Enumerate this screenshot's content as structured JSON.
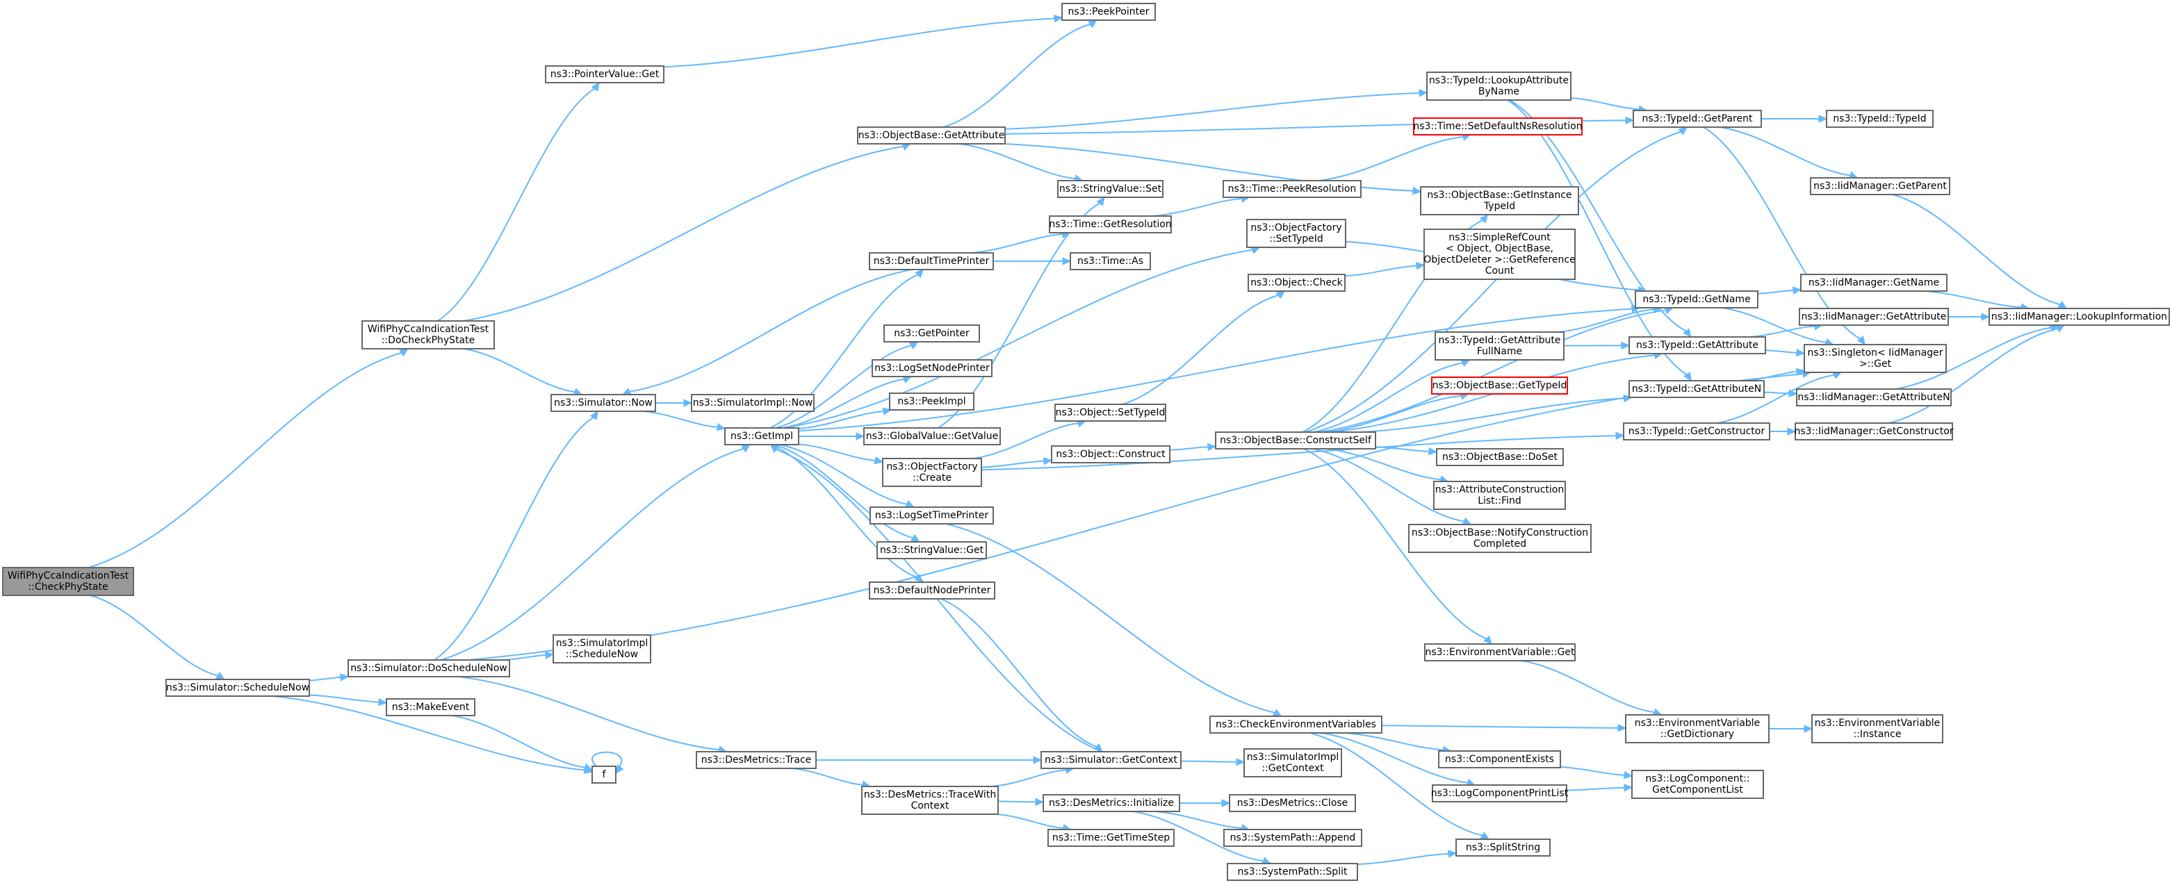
{
  "colors": {
    "edge": "#63b8ff",
    "node_border": "#666666",
    "root_fill": "#999999",
    "warn_border": "#ff0000"
  },
  "nodes": {
    "root": {
      "lines": [
        "WifiPhyCcaIndicationTest",
        "::CheckPhyState"
      ]
    },
    "check_phy": {
      "lines": [
        "WifiPhyCcaIndicationTest",
        "::DoCheckPhyState"
      ]
    },
    "pv_get": {
      "lines": [
        "ns3::PointerValue::Get"
      ]
    },
    "peek_pointer": {
      "lines": [
        "ns3::PeekPointer"
      ]
    },
    "ob_getattr": {
      "lines": [
        "ns3::ObjectBase::GetAttribute"
      ]
    },
    "sv_set": {
      "lines": [
        "ns3::StringValue::Set"
      ]
    },
    "time_getres": {
      "lines": [
        "ns3::Time::GetResolution"
      ]
    },
    "def_time_printer": {
      "lines": [
        "ns3::DefaultTimePrinter"
      ]
    },
    "time_as": {
      "lines": [
        "ns3::Time::As"
      ]
    },
    "sim_now": {
      "lines": [
        "ns3::Simulator::Now"
      ]
    },
    "simimpl_now": {
      "lines": [
        "ns3::SimulatorImpl::Now"
      ]
    },
    "getimpl": {
      "lines": [
        "ns3::GetImpl"
      ]
    },
    "getpointer": {
      "lines": [
        "ns3::GetPointer"
      ]
    },
    "logsetnode": {
      "lines": [
        "ns3::LogSetNodePrinter"
      ]
    },
    "peekimpl": {
      "lines": [
        "ns3::PeekImpl"
      ]
    },
    "gv_getvalue": {
      "lines": [
        "ns3::GlobalValue::GetValue"
      ]
    },
    "of_create": {
      "lines": [
        "ns3::ObjectFactory",
        "::Create"
      ]
    },
    "logsettime": {
      "lines": [
        "ns3::LogSetTimePrinter"
      ]
    },
    "sv_get": {
      "lines": [
        "ns3::StringValue::Get"
      ]
    },
    "def_node_printer": {
      "lines": [
        "ns3::DefaultNodePrinter"
      ]
    },
    "simimpl_schednow": {
      "lines": [
        "ns3::SimulatorImpl",
        "::ScheduleNow"
      ]
    },
    "sim_doschednow": {
      "lines": [
        "ns3::Simulator::DoScheduleNow"
      ]
    },
    "sim_schednow": {
      "lines": [
        "ns3::Simulator::ScheduleNow"
      ]
    },
    "makeevent": {
      "lines": [
        "ns3::MakeEvent"
      ]
    },
    "f": {
      "lines": [
        "f"
      ]
    },
    "des_trace": {
      "lines": [
        "ns3::DesMetrics::Trace"
      ]
    },
    "des_tracewith": {
      "lines": [
        "ns3::DesMetrics::TraceWith",
        "Context"
      ]
    },
    "sim_getctx": {
      "lines": [
        "ns3::Simulator::GetContext"
      ]
    },
    "simimpl_getctx": {
      "lines": [
        "ns3::SimulatorImpl",
        "::GetContext"
      ]
    },
    "des_init": {
      "lines": [
        "ns3::DesMetrics::Initialize"
      ]
    },
    "des_close": {
      "lines": [
        "ns3::DesMetrics::Close"
      ]
    },
    "sp_append": {
      "lines": [
        "ns3::SystemPath::Append"
      ]
    },
    "sp_split": {
      "lines": [
        "ns3::SystemPath::Split"
      ]
    },
    "splitstring": {
      "lines": [
        "ns3::SplitString"
      ]
    },
    "time_getstep": {
      "lines": [
        "ns3::Time::GetTimeStep"
      ]
    },
    "time_peekres": {
      "lines": [
        "ns3::Time::PeekResolution"
      ]
    },
    "time_setdefault": {
      "lines": [
        "ns3::Time::SetDefaultNsResolution"
      ]
    },
    "of_settypeid": {
      "lines": [
        "ns3::ObjectFactory",
        "::SetTypeId"
      ]
    },
    "obj_check": {
      "lines": [
        "ns3::Object::Check"
      ]
    },
    "obj_settypeid": {
      "lines": [
        "ns3::Object::SetTypeId"
      ]
    },
    "obj_construct": {
      "lines": [
        "ns3::Object::Construct"
      ]
    },
    "ob_constructself": {
      "lines": [
        "ns3::ObjectBase::ConstructSelf"
      ]
    },
    "tid_lookup": {
      "lines": [
        "ns3::TypeId::LookupAttribute",
        "ByName"
      ]
    },
    "ob_getinstance": {
      "lines": [
        "ns3::ObjectBase::GetInstance",
        "TypeId"
      ]
    },
    "simplerefcount": {
      "lines": [
        "ns3::SimpleRefCount",
        "< Object, ObjectBase,",
        " ObjectDeleter >::GetReference",
        "Count"
      ]
    },
    "tid_getattrfull": {
      "lines": [
        "ns3::TypeId::GetAttribute",
        "FullName"
      ]
    },
    "ob_gettypeid": {
      "lines": [
        "ns3::ObjectBase::GetTypeId"
      ]
    },
    "ob_doset": {
      "lines": [
        "ns3::ObjectBase::DoSet"
      ]
    },
    "attr_constr": {
      "lines": [
        "ns3::AttributeConstruction",
        "List::Find"
      ]
    },
    "ob_notify": {
      "lines": [
        "ns3::ObjectBase::NotifyConstruction",
        "Completed"
      ]
    },
    "env_get": {
      "lines": [
        "ns3::EnvironmentVariable::Get"
      ]
    },
    "check_env": {
      "lines": [
        "ns3::CheckEnvironmentVariables"
      ]
    },
    "comp_exists": {
      "lines": [
        "ns3::ComponentExists"
      ]
    },
    "logcomp_print": {
      "lines": [
        "ns3::LogComponentPrintList"
      ]
    },
    "tid_getparent": {
      "lines": [
        "ns3::TypeId::GetParent"
      ]
    },
    "tid_typeid": {
      "lines": [
        "ns3::TypeId::TypeId"
      ]
    },
    "iid_getparent": {
      "lines": [
        "ns3::IidManager::GetParent"
      ]
    },
    "tid_getname": {
      "lines": [
        "ns3::TypeId::GetName"
      ]
    },
    "tid_getattr": {
      "lines": [
        "ns3::TypeId::GetAttribute"
      ]
    },
    "tid_getattrn": {
      "lines": [
        "ns3::TypeId::GetAttributeN"
      ]
    },
    "tid_getconstructor": {
      "lines": [
        "ns3::TypeId::GetConstructor"
      ]
    },
    "env_getdict": {
      "lines": [
        "ns3::EnvironmentVariable",
        "::GetDictionary"
      ]
    },
    "logcomp_getlist": {
      "lines": [
        "ns3::LogComponent::",
        "GetComponentList"
      ]
    },
    "iid_getname": {
      "lines": [
        "ns3::IidManager::GetName"
      ]
    },
    "iid_getattr": {
      "lines": [
        "ns3::IidManager::GetAttribute"
      ]
    },
    "singleton_get": {
      "lines": [
        "ns3::Singleton< IidManager",
        " >::Get"
      ]
    },
    "iid_getattrn": {
      "lines": [
        "ns3::IidManager::GetAttributeN"
      ]
    },
    "iid_getconstructor": {
      "lines": [
        "ns3::IidManager::GetConstructor"
      ]
    },
    "env_instance": {
      "lines": [
        "ns3::EnvironmentVariable",
        "::Instance"
      ]
    },
    "iid_lookup": {
      "lines": [
        "ns3::IidManager::LookupInformation"
      ]
    }
  }
}
